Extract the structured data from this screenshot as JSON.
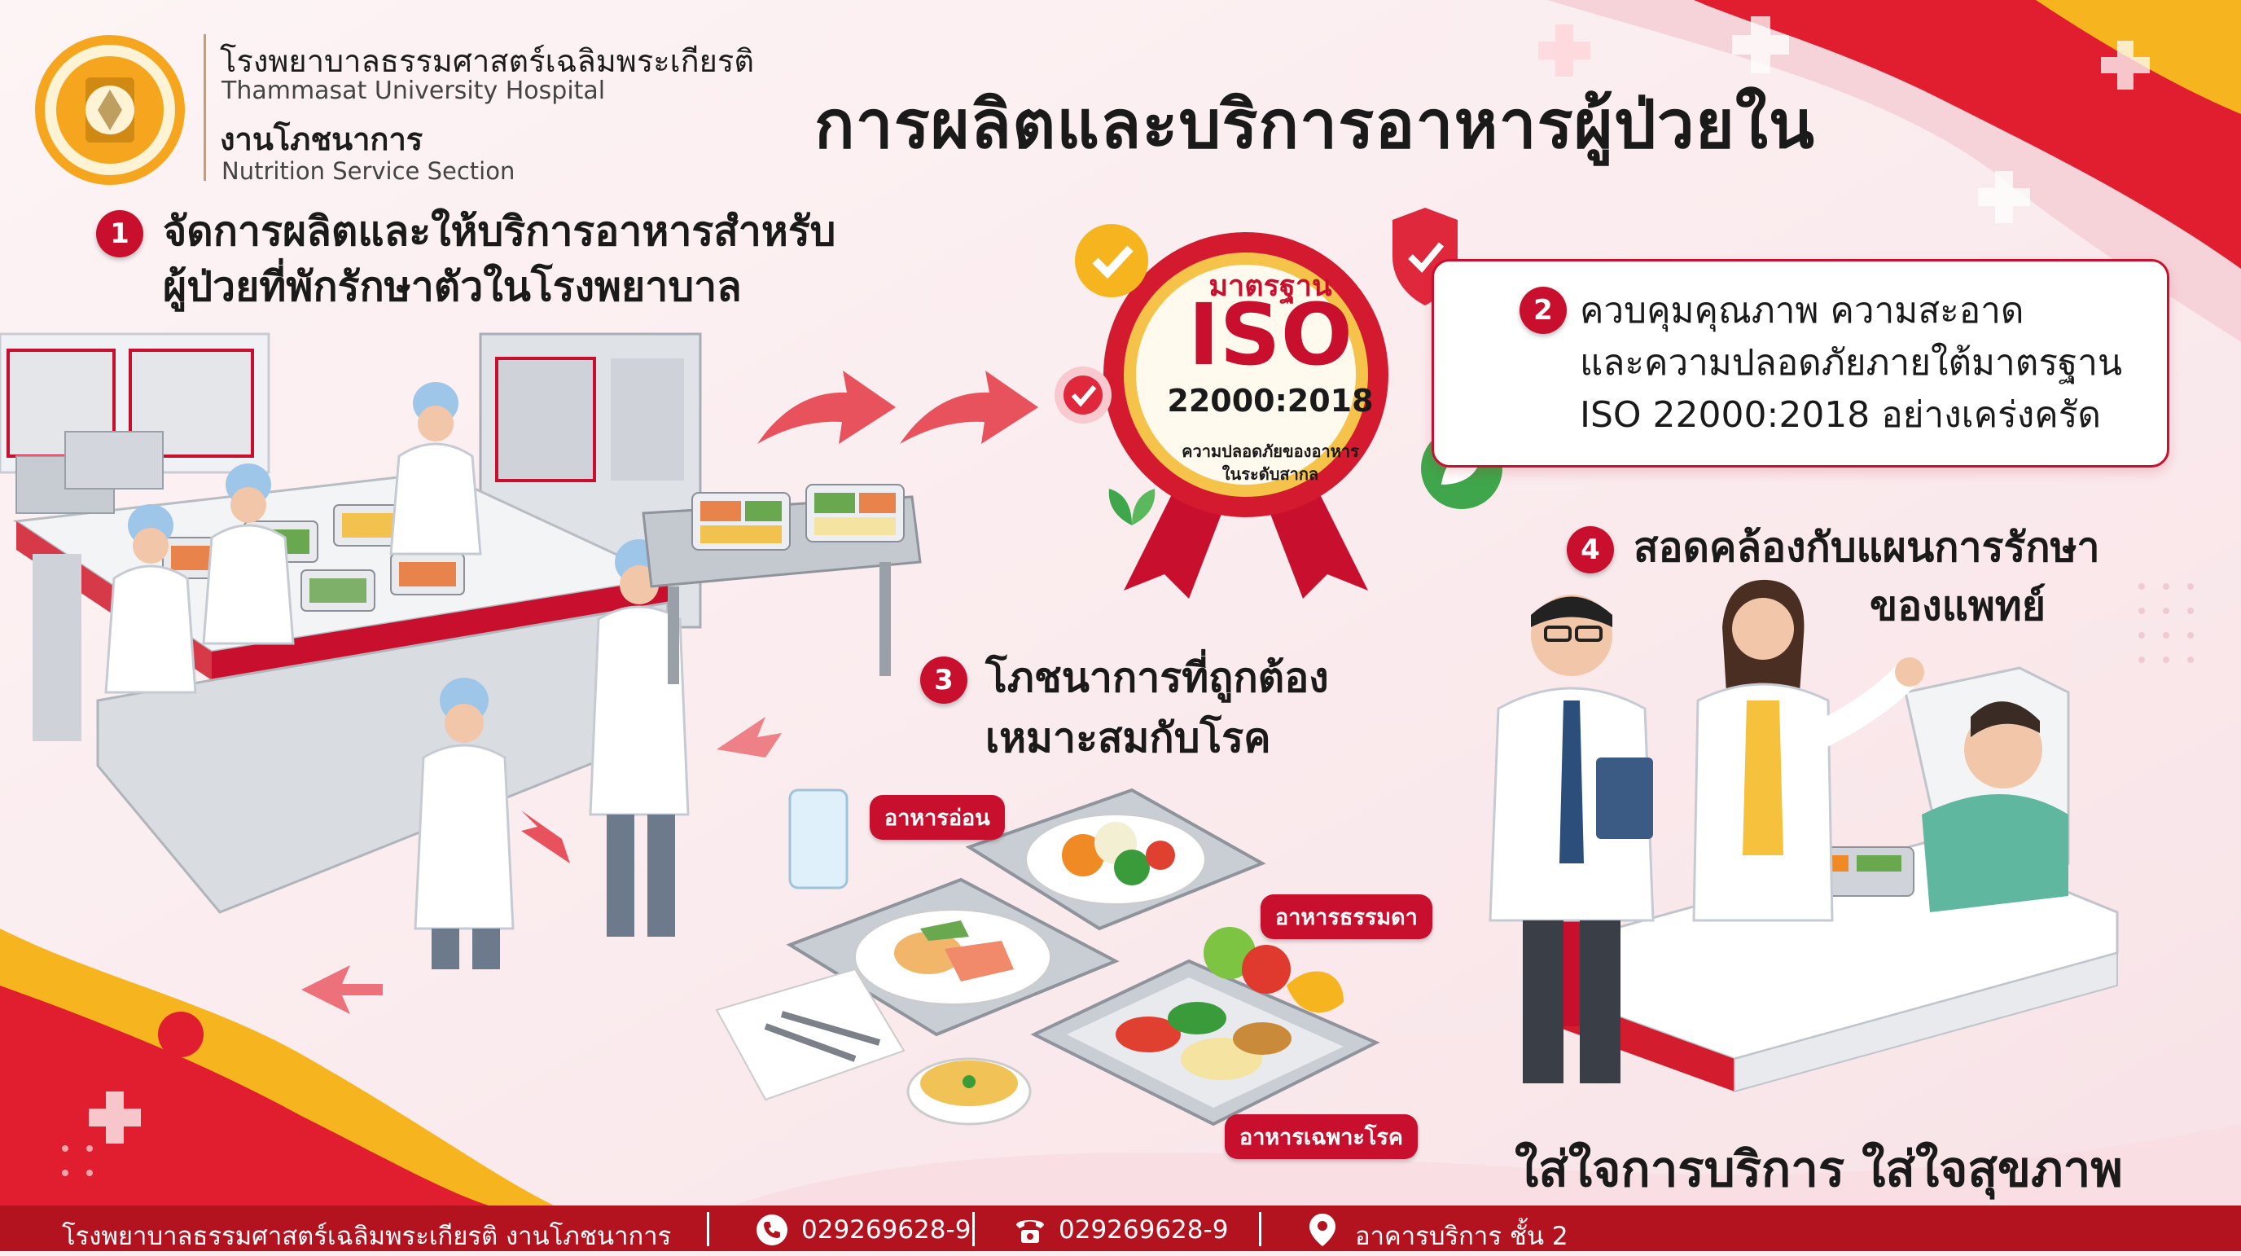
{
  "header": {
    "hospital_th": "โรงพยาบาลธรรมศาสตร์เฉลิมพระเกียรติ",
    "hospital_en": "Thammasat University Hospital",
    "section_th": "งานโภชนาการ",
    "section_en": "Nutrition Service Section",
    "logo_icon": "thammasat-seal-icon"
  },
  "title": "การผลิตและบริการอาหารผู้ป่วยใน",
  "points": [
    {
      "num": "1",
      "lines": [
        "จัดการผลิตและให้บริการอาหารสำหรับ",
        "ผู้ป่วยที่พักรักษาตัวในโรงพยาบาล"
      ]
    },
    {
      "num": "2",
      "lines": [
        "ควบคุมคุณภาพ ความสะอาด",
        "และความปลอดภัยภายใต้มาตรฐาน",
        "ISO 22000:2018 อย่างเคร่งครัด"
      ]
    },
    {
      "num": "3",
      "lines": [
        "โภชนาการที่ถูกต้อง",
        "เหมาะสมกับโรค"
      ]
    },
    {
      "num": "4",
      "lines": [
        "สอดคล้องกับแผนการรักษา",
        "ของแพทย์"
      ]
    }
  ],
  "badge": {
    "top": "มาตรฐาน",
    "main": "ISO",
    "code": "22000:2018",
    "sub1": "ความปลอดภัยของอาหาร",
    "sub2": "ในระดับสากล"
  },
  "food_tags": [
    "อาหารอ่อน",
    "อาหารธรรมดา",
    "อาหารเฉพาะโรค"
  ],
  "slogan": "ใส่ใจการบริการ ใส่ใจสุขภาพ",
  "footer": {
    "name": "โรงพยาบาลธรรมศาสตร์เฉลิมพระเกียรติ งานโภชนาการ",
    "phone_icon": "phone-icon",
    "phone": "029269628-9",
    "fax_icon": "telephone-icon",
    "fax": "029269628-9",
    "location_icon": "location-pin-icon",
    "location": "อาคารบริการ ชั้น 2"
  },
  "colors": {
    "brand_red": "#c8102e",
    "accent_yellow": "#f6b51e",
    "background": "#fbeef0"
  }
}
